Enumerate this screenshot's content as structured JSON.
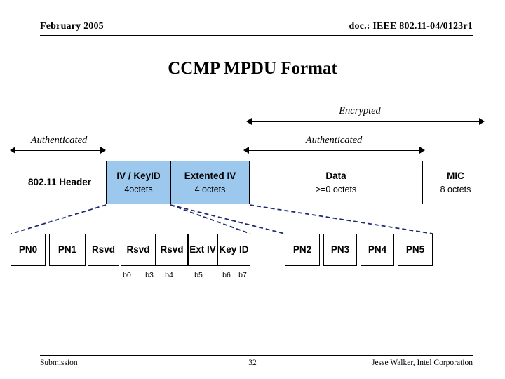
{
  "header": {
    "date": "February 2005",
    "doc": "doc.: IEEE 802.11-04/0123r1"
  },
  "title": "CCMP MPDU Format",
  "colors": {
    "field_fill_blue": "#9CC8EE",
    "connector_line": "#1F2A6E",
    "outline": "#000000",
    "background": "#FFFFFF"
  },
  "spans": [
    {
      "label": "Encrypted",
      "name": "encrypted-span"
    },
    {
      "label": "Authenticated",
      "name": "authenticated-span-left"
    },
    {
      "label": "Authenticated",
      "name": "authenticated-span-right"
    }
  ],
  "mpdu_fields": [
    {
      "name": "802.11 Header",
      "size": "",
      "fill": "white"
    },
    {
      "name": "IV / KeyID",
      "size": "4octets",
      "fill": "blue"
    },
    {
      "name": "Extented IV",
      "size": "4 octets",
      "fill": "blue"
    },
    {
      "name": "Data",
      "size": ">=0 octets",
      "fill": "white"
    },
    {
      "name": "MIC",
      "size": "8 octets",
      "fill": "white"
    }
  ],
  "iv_expansion": [
    {
      "label": "PN0"
    },
    {
      "label": "PN1"
    },
    {
      "label": "Rsvd"
    },
    {
      "label": "Rsvd"
    },
    {
      "label": "Rsvd"
    },
    {
      "label": "Ext IV"
    },
    {
      "label": "Key ID"
    }
  ],
  "bit_labels": [
    "b0",
    "b3",
    "b4",
    "b5",
    "b6",
    "b7"
  ],
  "extended_iv_expansion": [
    {
      "label": "PN2"
    },
    {
      "label": "PN3"
    },
    {
      "label": "PN4"
    },
    {
      "label": "PN5"
    }
  ],
  "footer": {
    "left": "Submission",
    "page": "32",
    "right": "Jesse Walker, Intel Corporation"
  }
}
